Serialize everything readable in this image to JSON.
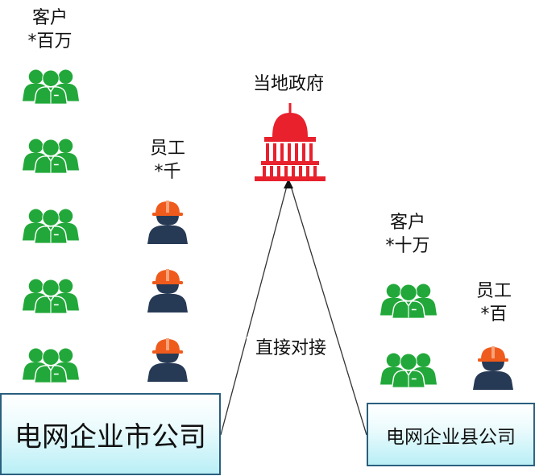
{
  "customers_left": {
    "line1": "客户",
    "line2": "*百万"
  },
  "employees_left": {
    "line1": "员工",
    "line2": "*千"
  },
  "government": {
    "label": "当地政府"
  },
  "customers_right": {
    "line1": "客户",
    "line2": "*十万"
  },
  "employees_right": {
    "line1": "员工",
    "line2": "*百"
  },
  "connection": {
    "label": "直接对接"
  },
  "city_company": {
    "label": "电网企业市公司"
  },
  "county_company": {
    "label": "电网企业县公司"
  },
  "icons": {
    "customer": "customer-group-icon",
    "worker": "worker-helmet-icon",
    "government": "government-building-icon"
  },
  "colors": {
    "customer_green": "#22a83a",
    "helmet_orange": "#ef5b1c",
    "worker_navy": "#273a55",
    "government_red": "#e8212d",
    "box_border": "#2a5f7e"
  }
}
